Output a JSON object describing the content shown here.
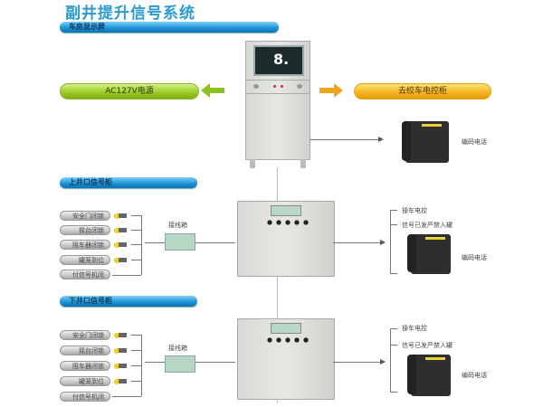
{
  "title": "副井提升信号系统",
  "sections": {
    "engine_room": "车房显示屏",
    "upper_well": "上井口信号柜",
    "lower_well": "下井口信号柜"
  },
  "power": {
    "label": "AC127V电源",
    "color": "#9ccc2a"
  },
  "winch_control": {
    "label": "去绞车电控柜",
    "color": "#f6b820"
  },
  "display_digit": "8.",
  "top_phone_label": "编码电话",
  "upper": {
    "inputs": [
      "安全门闭锁",
      "摇台闭锁",
      "阻车器闭锁",
      "罐笼到位",
      "付信号机闭"
    ],
    "junction_box": "接线箱",
    "outputs": [
      "操车电控",
      "信号已发严禁入罐"
    ],
    "phone_label": "编码电话"
  },
  "lower": {
    "inputs": [
      "安全门闭锁",
      "摇台闭锁",
      "阻车器闭锁",
      "罐笼到位",
      "付信号机闭"
    ],
    "junction_box": "接线箱",
    "outputs": [
      "操车电控",
      "信号已发严禁入罐"
    ],
    "phone_label": "编码电话"
  },
  "accent_color": "#1f95d8"
}
